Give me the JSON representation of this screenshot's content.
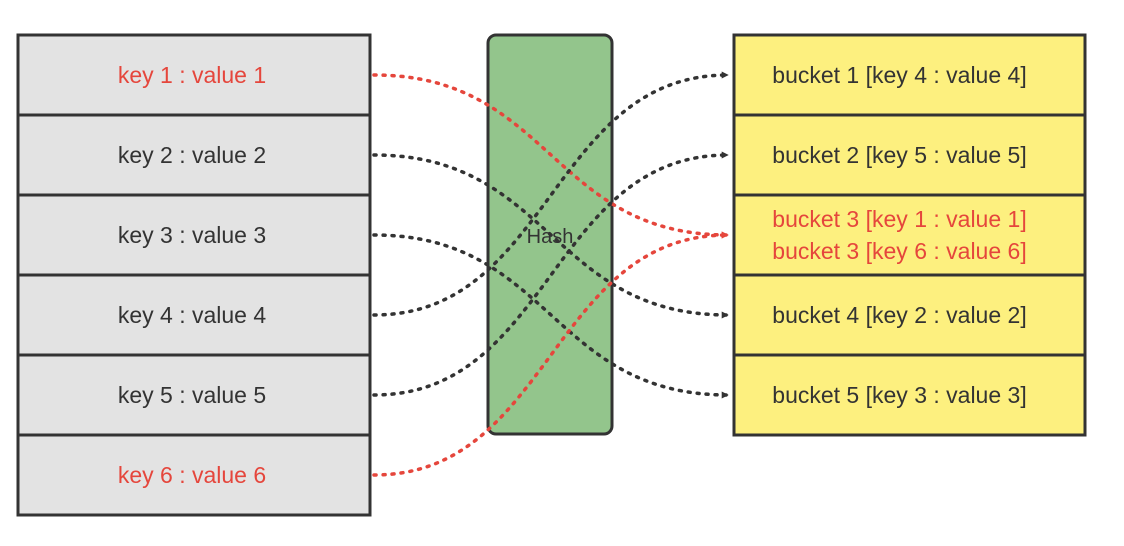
{
  "colors": {
    "text": "#333333",
    "highlight": "#e5463c",
    "key_fill": "#e3e3e3",
    "bucket_fill": "#fdf07f",
    "hash_fill": "#93c58c",
    "edge_default": "#333333"
  },
  "keys": [
    {
      "label": "key 1 : value 1",
      "highlight": true
    },
    {
      "label": "key 2 : value 2",
      "highlight": false
    },
    {
      "label": "key 3 : value 3",
      "highlight": false
    },
    {
      "label": "key 4 : value 4",
      "highlight": false
    },
    {
      "label": "key 5 : value 5",
      "highlight": false
    },
    {
      "label": "key 6 : value 6",
      "highlight": true
    }
  ],
  "hash": {
    "label": "Hash"
  },
  "buckets": [
    {
      "lines": [
        "bucket 1 [key 4 : value 4]"
      ],
      "highlight": false
    },
    {
      "lines": [
        "bucket 2 [key 5 : value 5]"
      ],
      "highlight": false
    },
    {
      "lines": [
        "bucket 3 [key 1 : value 1]",
        "bucket 3 [key 6 : value 6]"
      ],
      "highlight": true
    },
    {
      "lines": [
        "bucket 4 [key 2 : value 2]"
      ],
      "highlight": false
    },
    {
      "lines": [
        "bucket 5 [key 3 : value 3]"
      ],
      "highlight": false
    }
  ],
  "mappings": [
    {
      "key": 1,
      "bucket": 3,
      "highlight": true
    },
    {
      "key": 2,
      "bucket": 4,
      "highlight": false
    },
    {
      "key": 3,
      "bucket": 5,
      "highlight": false
    },
    {
      "key": 4,
      "bucket": 1,
      "highlight": false
    },
    {
      "key": 5,
      "bucket": 2,
      "highlight": false
    },
    {
      "key": 6,
      "bucket": 3,
      "highlight": true
    }
  ]
}
